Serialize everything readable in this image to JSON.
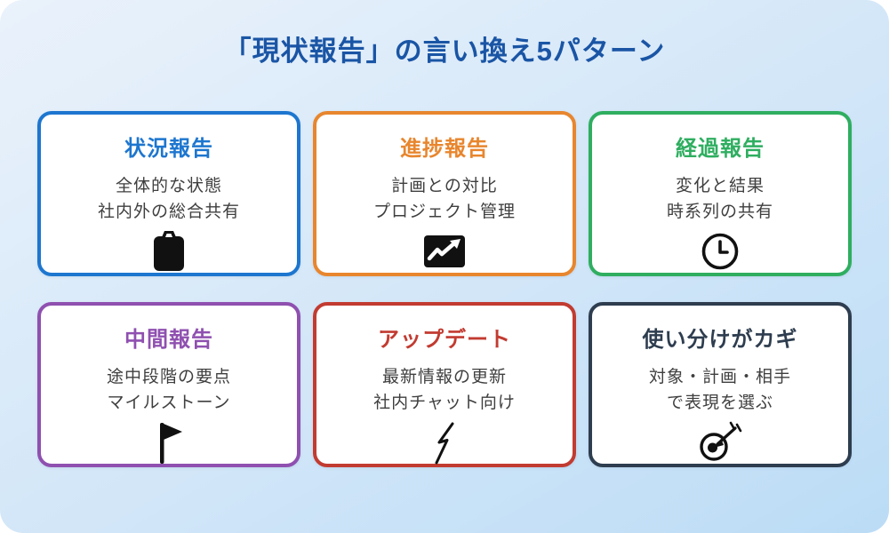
{
  "header": {
    "title": "「現状報告」の言い換え5パターン",
    "title_color": "#1A55A5"
  },
  "background": {
    "top_color": "#EAF2FB",
    "bottom_color": "#BBDCF6"
  },
  "cards": [
    {
      "title": "状況報告",
      "line1": "全体的な状態",
      "line2": "社内外の総合共有",
      "icon": "clipboard-icon",
      "accent_color": "#1D76CF"
    },
    {
      "title": "進捗報告",
      "line1": "計画との対比",
      "line2": "プロジェクト管理",
      "icon": "trend-chart-icon",
      "accent_color": "#E8862E"
    },
    {
      "title": "経過報告",
      "line1": "変化と結果",
      "line2": "時系列の共有",
      "icon": "clock-icon",
      "accent_color": "#2FAE60"
    },
    {
      "title": "中間報告",
      "line1": "途中段階の要点",
      "line2": "マイルストーン",
      "icon": "flag-icon",
      "accent_color": "#8F50B0"
    },
    {
      "title": "アップデート",
      "line1": "最新情報の更新",
      "line2": "社内チャット向け",
      "icon": "lightning-icon",
      "accent_color": "#C23B31"
    },
    {
      "title": "使い分けがカギ",
      "line1": "対象・計画・相手",
      "line2": "で表現を選ぶ",
      "icon": "target-dart-icon",
      "accent_color": "#2E3D4F"
    }
  ]
}
